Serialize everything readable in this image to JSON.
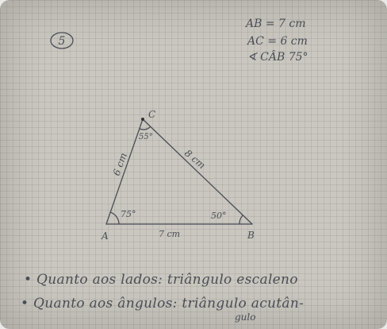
{
  "header": {
    "item_number": "5"
  },
  "given": {
    "side_ab": "AB = 7 cm",
    "side_ac": "AC = 6 cm",
    "angle_cab": "∢ CÂB 75°"
  },
  "triangle": {
    "vertex_a": "A",
    "vertex_b": "B",
    "vertex_c": "C",
    "angle_a": "75°",
    "angle_b": "50°",
    "angle_c": "55°",
    "side_ab": "7 cm",
    "side_ac": "6 cm",
    "side_bc": "8 cm"
  },
  "answers": {
    "line_1": "• Quanto aos lados: triângulo escaleno",
    "line_2": "• Quanto aos ângulos: triângulo acutân-",
    "line_2_cont": "gulo"
  }
}
